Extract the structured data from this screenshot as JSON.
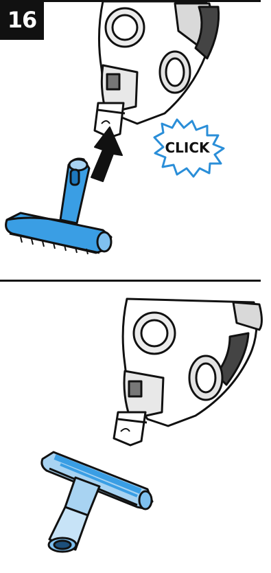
{
  "step": {
    "number": "16"
  },
  "panel_top": {
    "callout": "CLICK",
    "icons": [
      "vacuum-handheld-unit",
      "upholstery-nozzle",
      "insert-arrow",
      "click-burst"
    ]
  },
  "panel_bottom": {
    "icons": [
      "vacuum-handheld-unit",
      "upholstery-nozzle"
    ]
  },
  "colors": {
    "ink": "#111111",
    "nozzle_blue": "#3a9ee4",
    "nozzle_light_blue": "#a8d3f2",
    "device_grey": "#e6e6e6",
    "callout_stroke": "#2a8ed8"
  }
}
